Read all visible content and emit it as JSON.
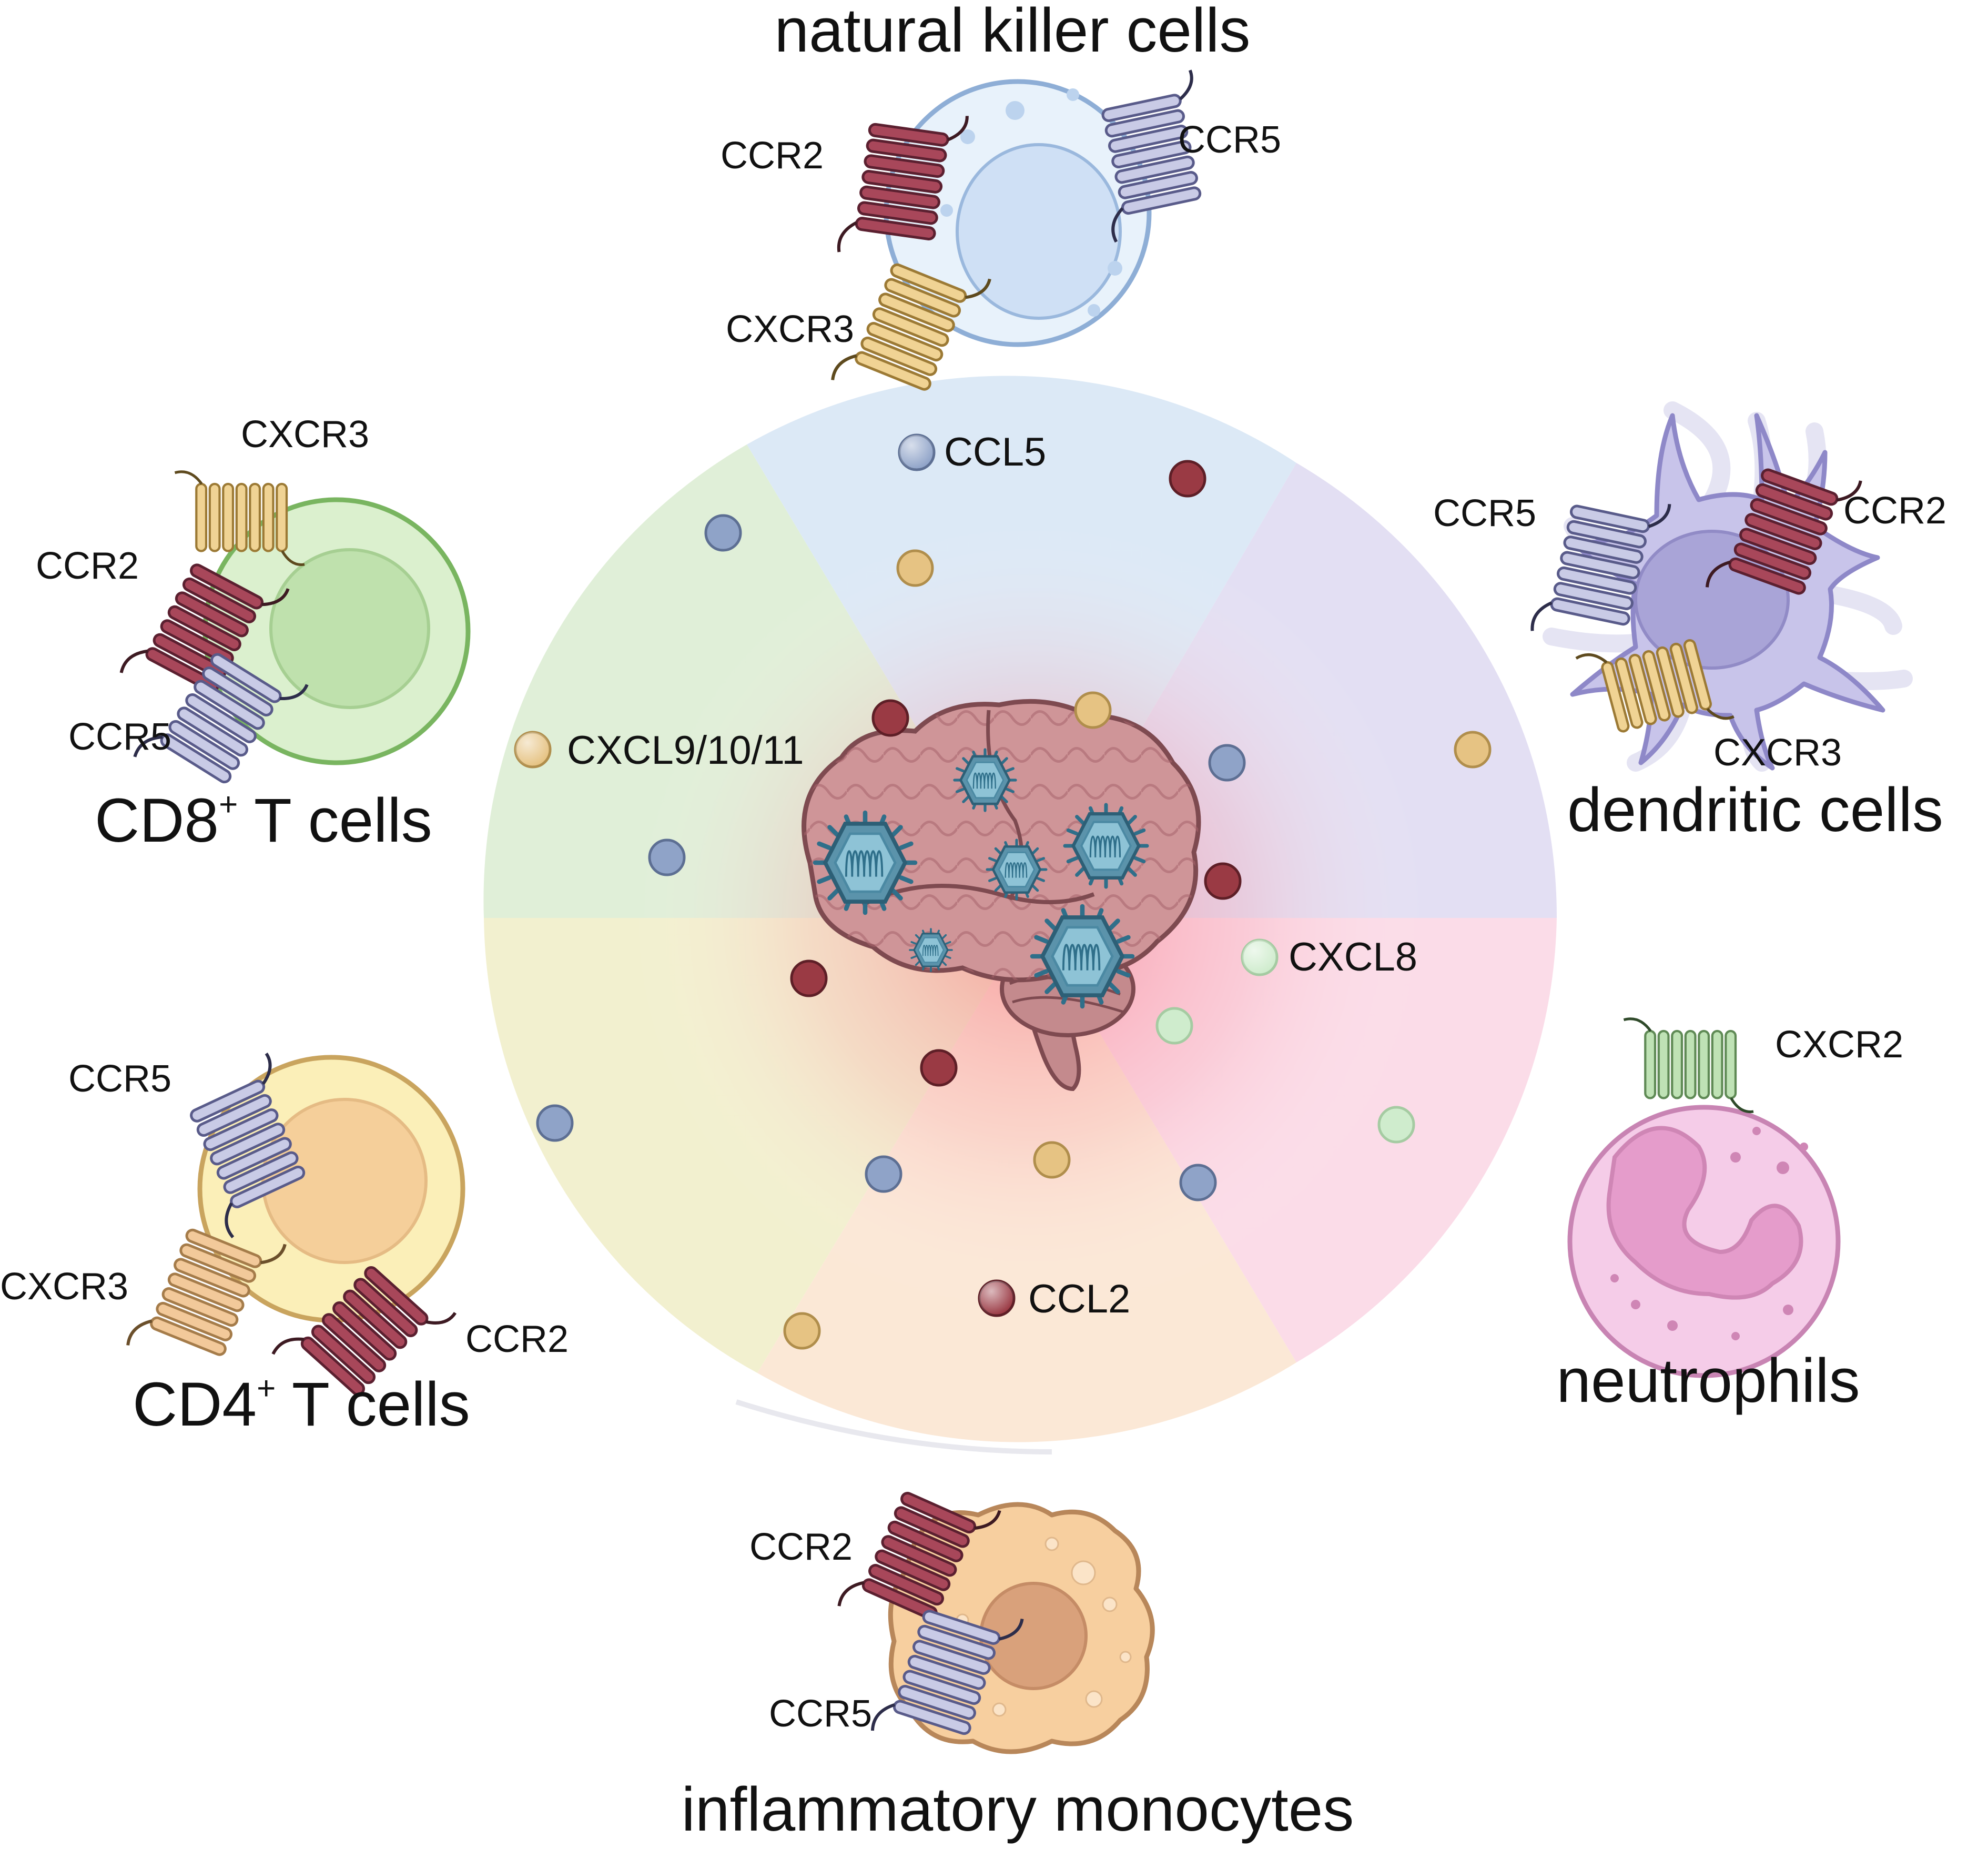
{
  "cells": [
    {
      "id": "nk",
      "title": "natural killer cells",
      "receptors": [
        "CCR2",
        "CCR5",
        "CXCR3"
      ]
    },
    {
      "id": "cd8",
      "title_pre": "CD8",
      "title_sup": "+",
      "title_post": " T cells",
      "receptors": [
        "CXCR3",
        "CCR2",
        "CCR5"
      ]
    },
    {
      "id": "dc",
      "title": "dendritic cells",
      "receptors": [
        "CCR5",
        "CCR2",
        "CXCR3"
      ]
    },
    {
      "id": "cd4",
      "title_pre": "CD4",
      "title_sup": "+",
      "title_post": " T cells",
      "receptors": [
        "CCR5",
        "CXCR3",
        "CCR2"
      ]
    },
    {
      "id": "neut",
      "title": "neutrophils",
      "receptors": [
        "CXCR2"
      ]
    },
    {
      "id": "mono",
      "title": "inflammatory monocytes",
      "receptors": [
        "CCR2",
        "CCR5"
      ]
    }
  ],
  "chemokines": [
    {
      "label": "CCL5",
      "color": "#8fa3c8"
    },
    {
      "label": "CXCL9/10/11",
      "color": "#e6c383"
    },
    {
      "label": "CXCL8",
      "color": "#cfeccd"
    },
    {
      "label": "CCL2",
      "color": "#9a3a44"
    }
  ],
  "receptor_colors": {
    "CCR2": "#a8475a",
    "CCR5": "#c9cbe6",
    "CXCR3": "#f0d394",
    "CXCR2": "#bfe2b5"
  }
}
